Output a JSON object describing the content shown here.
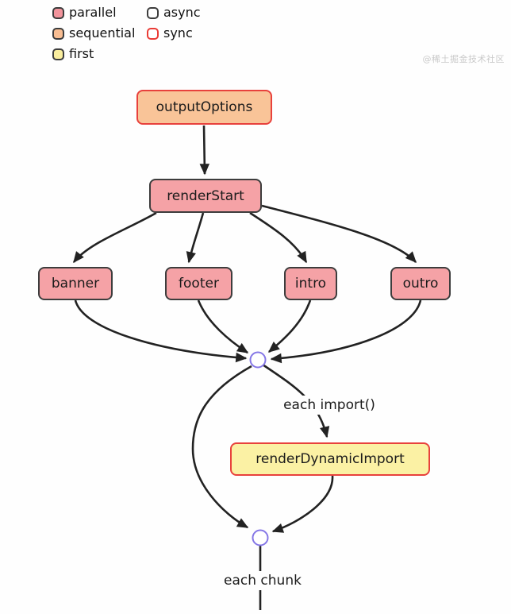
{
  "legend": {
    "items": [
      {
        "label": "parallel",
        "fill": "#f2949c",
        "border": "#3d3d3d"
      },
      {
        "label": "sequential",
        "fill": "#f8bd92",
        "border": "#3d3d3d"
      },
      {
        "label": "first",
        "fill": "#faee9e",
        "border": "#3d3d3d"
      },
      {
        "label": "async",
        "fill": "#ffffff",
        "border": "#3d3d3d"
      },
      {
        "label": "sync",
        "fill": "#ffffff",
        "border": "#ea3b35"
      }
    ]
  },
  "watermark": "@稀土掘金技术社区",
  "diagram": {
    "nodes": {
      "outputOptions": {
        "label": "outputOptions",
        "type": "sequential, sync"
      },
      "renderStart": {
        "label": "renderStart",
        "type": "parallel, async"
      },
      "banner": {
        "label": "banner",
        "type": "parallel, async"
      },
      "footer": {
        "label": "footer",
        "type": "parallel, async"
      },
      "intro": {
        "label": "intro",
        "type": "parallel, async"
      },
      "outro": {
        "label": "outro",
        "type": "parallel, async"
      },
      "renderDynamicImport": {
        "label": "renderDynamicImport",
        "type": "first, sync"
      }
    },
    "joins": [
      {
        "id": "join-1"
      },
      {
        "id": "join-2"
      }
    ],
    "edges": [
      {
        "from": "outputOptions",
        "to": "renderStart"
      },
      {
        "from": "renderStart",
        "to": "banner"
      },
      {
        "from": "renderStart",
        "to": "footer"
      },
      {
        "from": "renderStart",
        "to": "intro"
      },
      {
        "from": "renderStart",
        "to": "outro"
      },
      {
        "from": "banner",
        "to": "join-1"
      },
      {
        "from": "footer",
        "to": "join-1"
      },
      {
        "from": "intro",
        "to": "join-1"
      },
      {
        "from": "outro",
        "to": "join-1"
      },
      {
        "from": "join-1",
        "to": "renderDynamicImport",
        "label": "each import()"
      },
      {
        "from": "join-1",
        "to": "join-2"
      },
      {
        "from": "renderDynamicImport",
        "to": "join-2"
      },
      {
        "from": "join-2",
        "to": "(continues)",
        "label": "each chunk"
      }
    ],
    "edge_labels": {
      "each_import": "each import()",
      "each_chunk": "each chunk"
    }
  },
  "colors": {
    "line": "#222222",
    "join_circle_border": "#8577e6",
    "sync_border": "#e8413c",
    "async_border": "#3d3d3d"
  }
}
